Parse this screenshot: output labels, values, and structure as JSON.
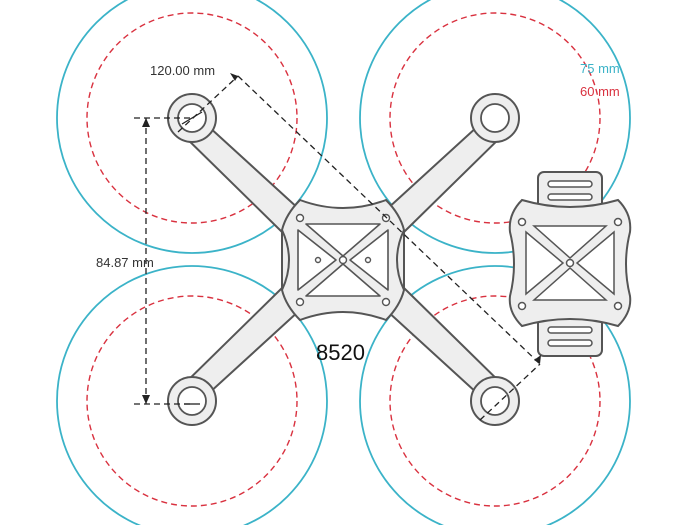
{
  "dimensions": {
    "diagonal": "120.00 mm",
    "vertical": "84.87 mm"
  },
  "legend": {
    "outer": {
      "label": "75 mm",
      "color": "#3bb3c8"
    },
    "inner": {
      "label": "60 mm",
      "color": "#d9313f"
    }
  },
  "model": "8520",
  "colors": {
    "frame_fill": "#eeeeee",
    "frame_stroke": "#555555",
    "dim_line": "#222222"
  }
}
